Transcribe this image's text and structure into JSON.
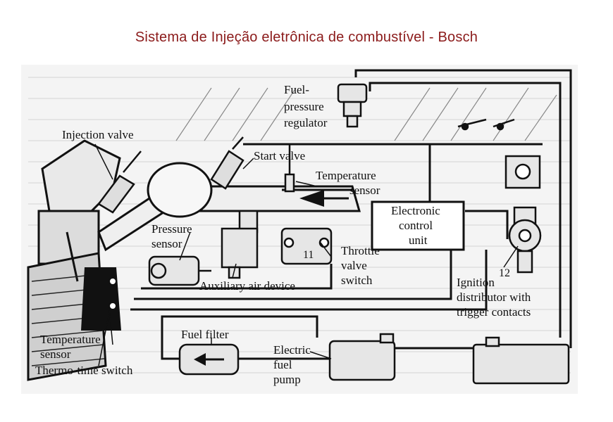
{
  "title": "Sistema de Injeção eletrônica de combustível - Bosch",
  "labels": {
    "injection_valve": "Injection valve",
    "fuel_pressure_regulator": [
      "Fuel-",
      "pressure",
      "regulator"
    ],
    "start_valve": "Start valve",
    "temperature_sensor_air": [
      "Temperature",
      "sensor"
    ],
    "ecu": [
      "Electronic",
      "control",
      "unit"
    ],
    "pressure_sensor": [
      "Pressure",
      "sensor"
    ],
    "throttle_valve_switch": [
      "Throttle",
      "valve",
      "switch"
    ],
    "auxiliary_air_device": "Auxiliary air device",
    "ignition_distributor": [
      "Ignition",
      "distributor with",
      "trigger contacts"
    ],
    "temperature_sensor_engine": [
      "Temperature",
      "sensor"
    ],
    "thermo_time_switch": "Thermo-time switch",
    "fuel_filter": "Fuel filter",
    "electric_fuel_pump": [
      "Electric",
      "fuel",
      "pump"
    ],
    "num_11": "11",
    "num_12": "12"
  }
}
